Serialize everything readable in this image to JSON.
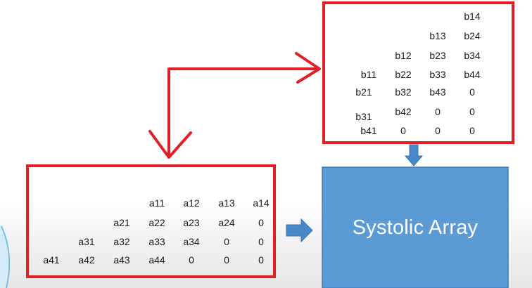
{
  "matrix_b": [
    [
      "",
      "",
      "",
      "b14"
    ],
    [
      "",
      "",
      "b13",
      "b24"
    ],
    [
      "",
      "b12",
      "b23",
      "b34"
    ],
    [
      "b11",
      "b22",
      "b33",
      "b44"
    ],
    [
      "b21",
      "b32",
      "b43",
      "0"
    ],
    [
      "",
      "b42",
      "0",
      "0"
    ],
    [
      "b31",
      "",
      "",
      ""
    ],
    [
      "b41",
      "0",
      "0",
      "0"
    ]
  ],
  "matrix_a": [
    [
      "",
      "",
      "",
      "a11",
      "a12",
      "a13",
      "a14"
    ],
    [
      "",
      "",
      "a21",
      "a22",
      "a23",
      "a24",
      "0"
    ],
    [
      "",
      "a31",
      "a32",
      "a33",
      "a34",
      "0",
      "0"
    ],
    [
      "a41",
      "a42",
      "a43",
      "a44",
      "0",
      "0",
      "0"
    ]
  ],
  "processor": {
    "label": "Systolic Array"
  },
  "colors": {
    "border_red": "#e01f26",
    "block_blue": "#5b9bd5",
    "arrow_blue": "#4a89c8",
    "text": "#1a1a1a"
  }
}
